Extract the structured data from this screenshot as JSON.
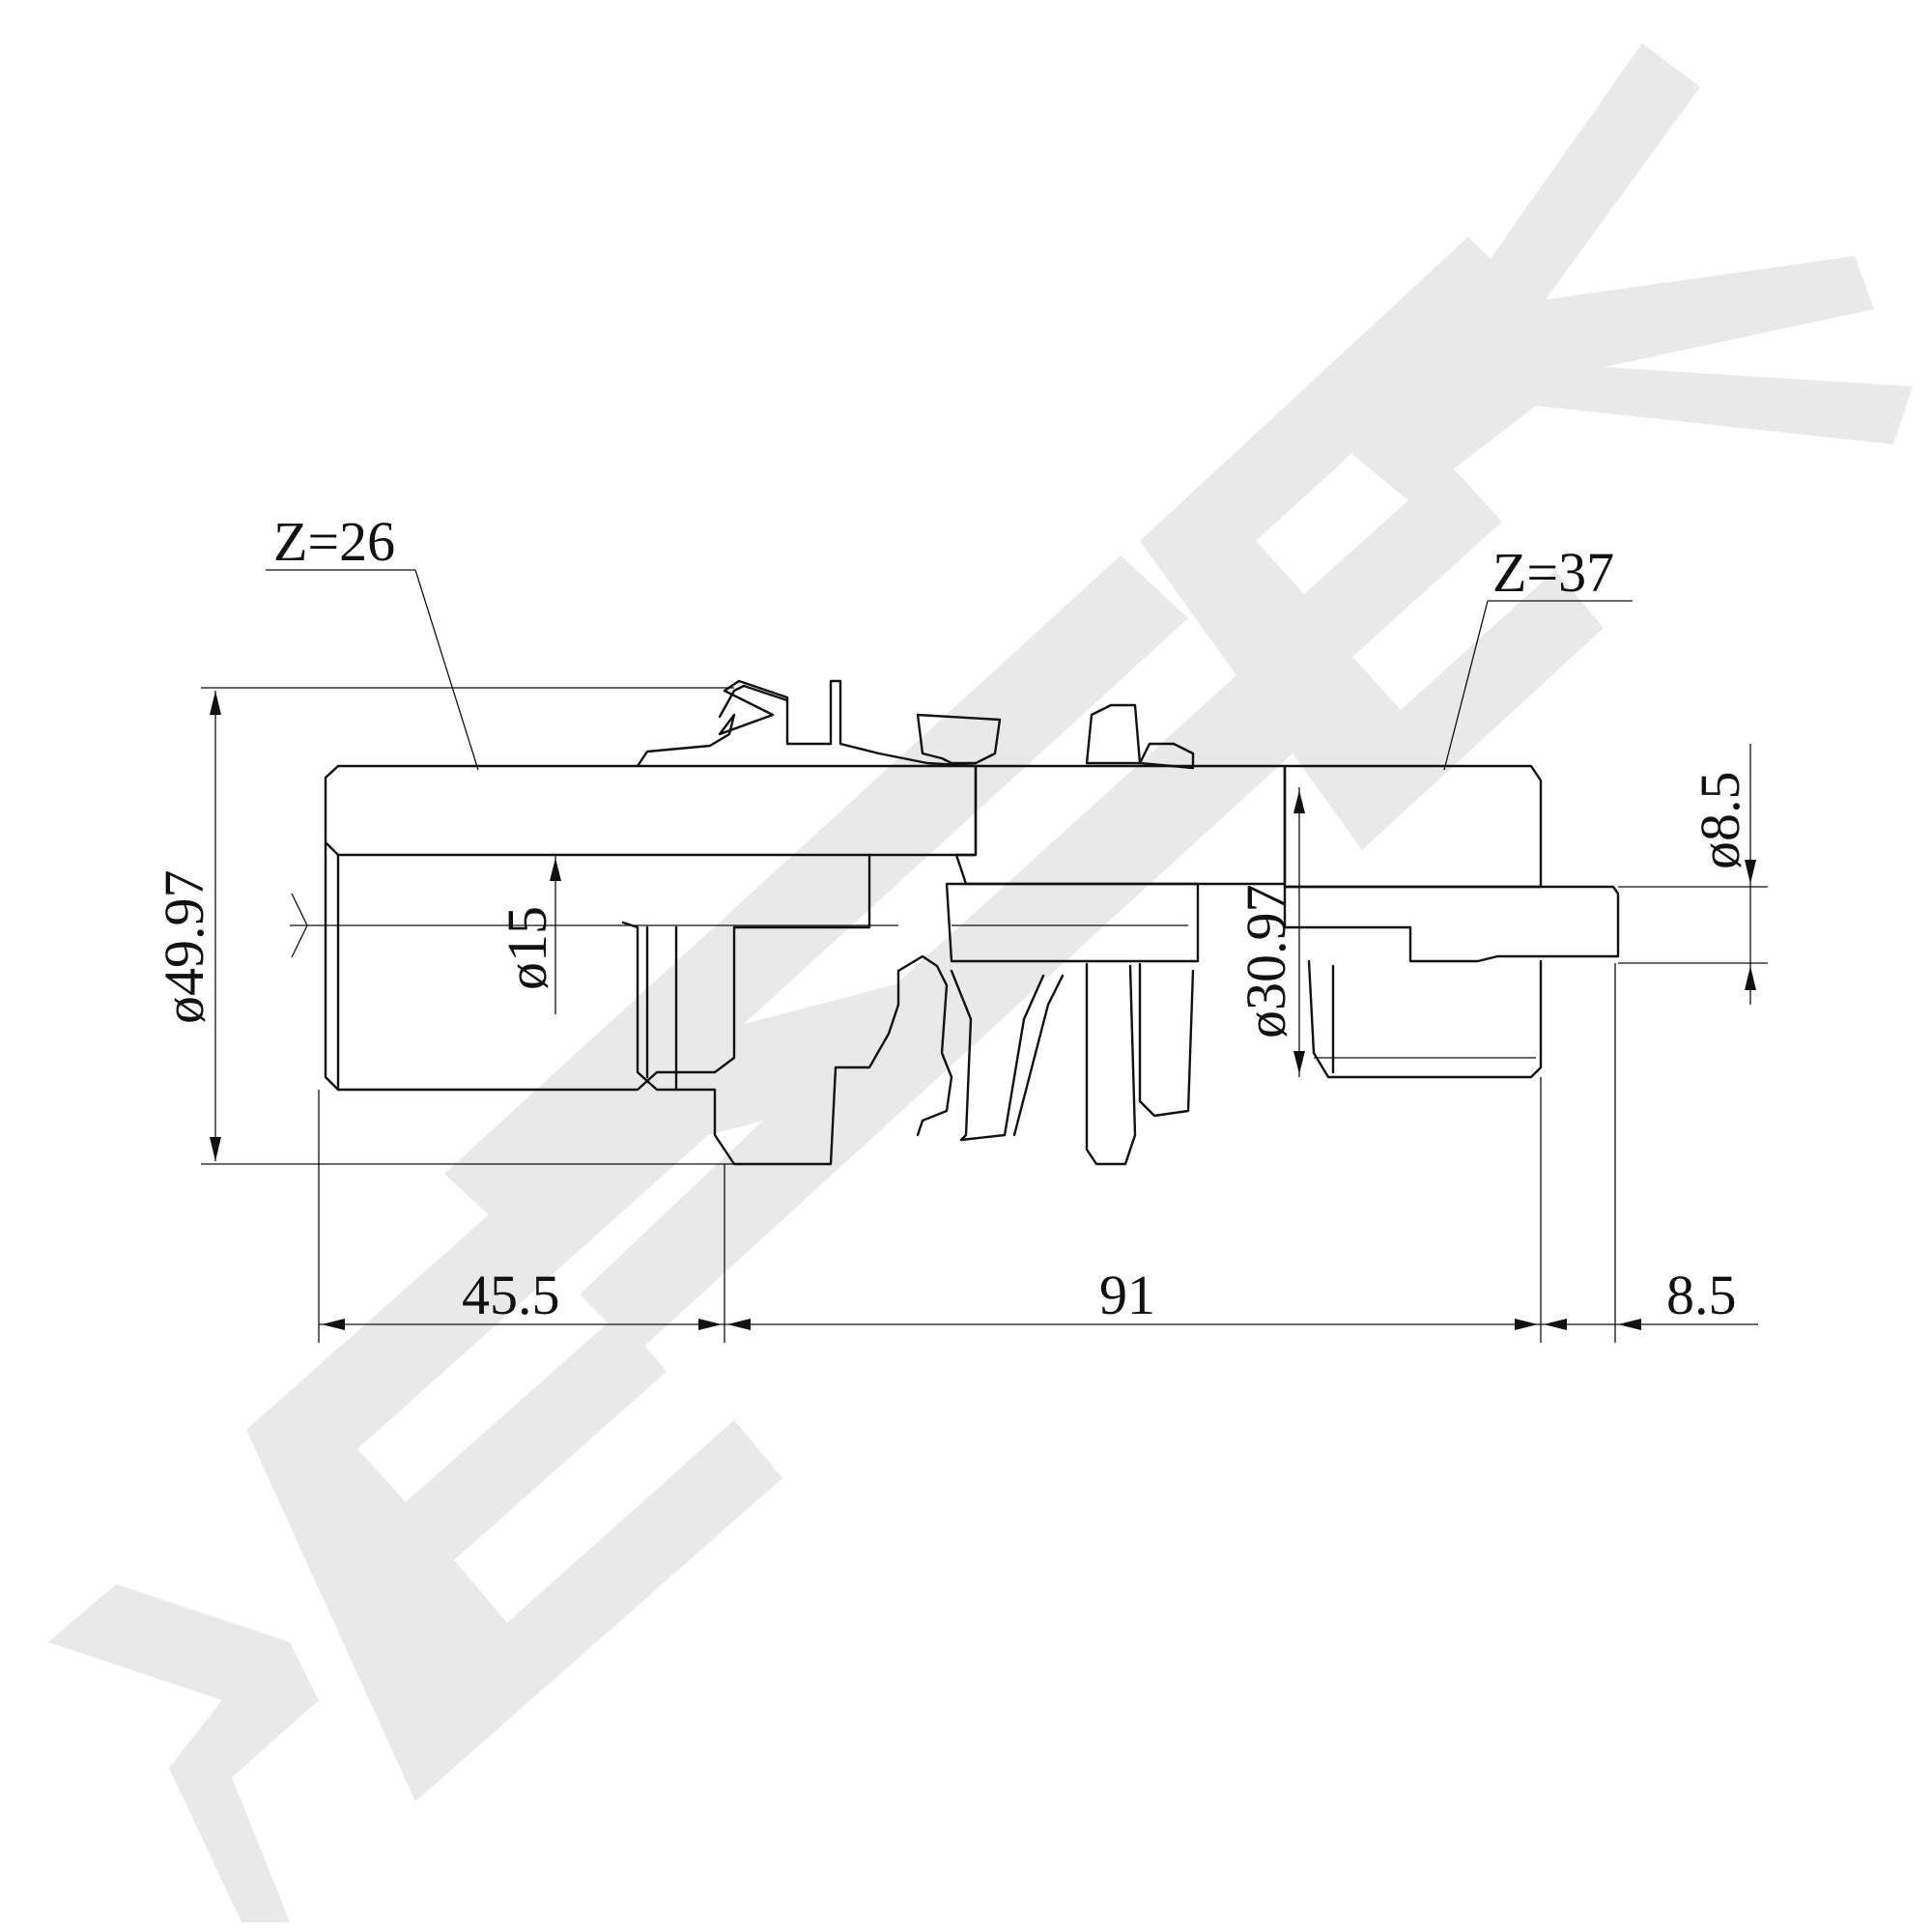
{
  "drawing": {
    "watermark": "ZEMEK",
    "gear_left_label": "Z=26",
    "gear_right_label": "Z=37",
    "dims": {
      "outer_diameter": "ø49.97",
      "bore_diameter": "ø15",
      "mid_diameter": "ø30.97",
      "tip_diameter": "ø8.5",
      "length_left": "45.5",
      "length_mid": "91",
      "length_right": "8.5"
    },
    "colors": {
      "line": "#111111",
      "watermark": "#e9e9e9",
      "background": "#ffffff"
    }
  }
}
